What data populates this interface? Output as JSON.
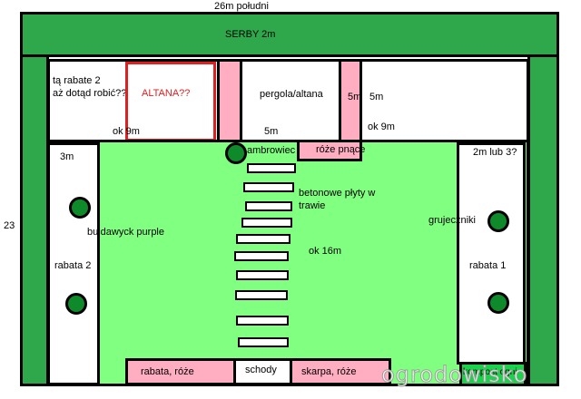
{
  "labels": {
    "top_dim": "26m południ",
    "left_dim": "23",
    "hedge_top": "SERBY 2m",
    "rabate_note": "tą rabate 2\naż dotąd robić??",
    "altana": "ALTANA??",
    "pergola": "pergola/altana",
    "dim_5m_pergola": "5m",
    "dim_5m_pink": "5m",
    "dim_5m_right": "5m",
    "dim_ok9m_left": "ok 9m",
    "dim_ok9m_right": "ok 9m",
    "ambrowiec": "ambrowiec",
    "roze_pnace": "róże pnące",
    "dim_3m": "3m",
    "dim_2m_lub3": "2m lub 3?",
    "betonowe": "betonowe płyty w\ntrawie",
    "buldawyck": "buldawyck purple",
    "grujeczniki": "grujeczniki",
    "ok16m": "ok 16m",
    "rabata2": "rabata 2",
    "rabata1": "rabata 1",
    "rabata_roze": "rabata, róże",
    "schody": "schody",
    "skarpa_roze": "skarpa, róże",
    "bottom_right_label": "kompost ogni",
    "watermark": "ogrodowisko"
  },
  "colors": {
    "dark_green": "#2ea84a",
    "light_green": "#80ff80",
    "pink": "#ffadc0",
    "altana_red": "#e02020",
    "tree": "#0f8a2b"
  }
}
